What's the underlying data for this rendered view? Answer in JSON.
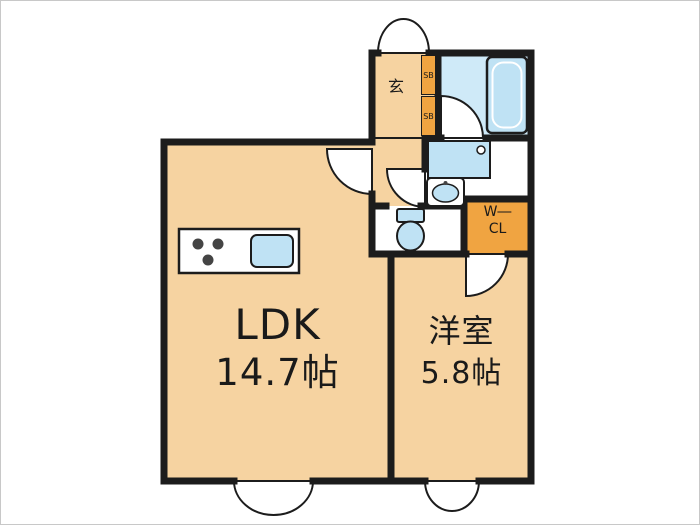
{
  "plan": {
    "labels": {
      "ldk": {
        "name": "LDK",
        "size": "14.7帖"
      },
      "western_room": {
        "name": "洋室",
        "size": "5.8帖"
      },
      "entrance": "玄",
      "shoe_box_upper": "SB",
      "shoe_box_lower": "SB",
      "closet": {
        "line1": "W―",
        "line2": "CL"
      }
    },
    "colors": {
      "wall": "#1c1c1c",
      "room_floor": "#f6d3a1",
      "bathroom_floor": "#cfeaf8",
      "fixture_blue": "#bfe2f4",
      "accent_orange": "#f0a441",
      "background": "#ffffff"
    }
  }
}
